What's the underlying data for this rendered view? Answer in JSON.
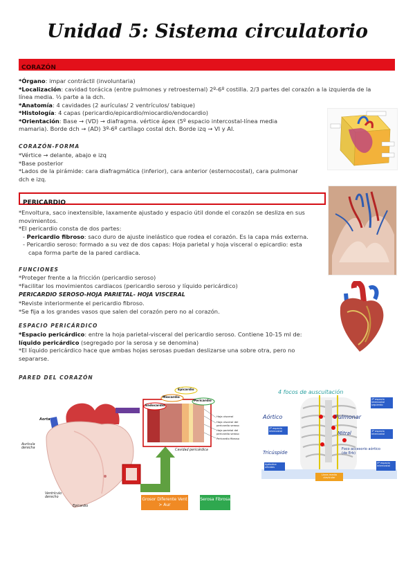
{
  "title": "Unidad 5: Sistema circulatorio",
  "section_corazon": {
    "heading": "CORAZÓN",
    "lines": [
      {
        "label": "*Órgano",
        "text": ": impar contráctil (involuntaria)"
      },
      {
        "label": "*Localización",
        "text": ": cavidad torácica (entre pulmones y retroesternal) 2º-6º costilla. 2/3 partes del corazón a la izquierda de la"
      },
      {
        "label": "",
        "text": "línea media. ⅓ parte a la dch."
      },
      {
        "label": "*Anatomía",
        "text": ": 4 cavidades (2 aurículas/ 2 ventrículos/ tabique)"
      },
      {
        "label": "*Histología",
        "text": ": 4 capas (pericardio/epicardio/miocardio/endocardio)"
      },
      {
        "label": "*Orientación",
        "text": ": Base → (VD) → diafragma. vértice ápex (5º espacio intercostal-línea media"
      },
      {
        "label": "",
        "text": "mamaria). Borde dch → (AD) 3º-6º cartílago costal dch. Borde izq → VI y AI."
      }
    ],
    "forma_heading": "CORAZÓN-FORMA",
    "forma_lines": [
      "*Vértice → delante, abajo e izq",
      "*Base posterior",
      "*Lados de la pirámide: cara diafragmática (inferior), cara anterior (esternocostal), cara pulmonar",
      "dch e izq."
    ]
  },
  "section_pericardio": {
    "heading": "PERICARDIO",
    "lines": [
      "*Envoltura, saco inextensible, laxamente ajustado y espacio útil donde el corazón se desliza en sus",
      "movimientos.",
      "*El pericardio consta de dos partes:"
    ],
    "bullets": [
      {
        "label": "Pericardio fibroso",
        "text": ": saco duro de ajuste inelástico que rodea el corazón. Es la capa más externa."
      },
      {
        "label": "",
        "text": "Pericardio seroso: formado a su vez de dos capas: Hoja parietal y hoja visceral o epicardio: esta"
      },
      {
        "label": "",
        "text": "capa forma parte de la pared cardiaca."
      }
    ],
    "funciones_heading": "FUNCIONES",
    "funciones": [
      "*Proteger frente a la fricción (pericardio seroso)",
      "*Facilitar los movimientos cardiacos (pericardio seroso y líquido pericárdico)"
    ],
    "hoja_heading": "PERICARDIO SEROSO-HOJA PARIETAL- HOJA VISCERAL",
    "hoja_lines": [
      "*Reviste interiormente el pericardio fibroso.",
      "*Se fija a los grandes vasos que salen del corazón pero no al corazón."
    ],
    "espacio_heading": "ESPACIO PERICÁRDICO",
    "espacio_lines": [
      {
        "label": "*Espacio pericárdico",
        "text": ": entre la hoja parietal-visceral del pericardio seroso. Contiene 10-15 ml de:"
      },
      {
        "label": "líquido pericárdico",
        "text": " (segregado por la serosa y se denomina)"
      },
      {
        "label": "",
        "text": "*El líquido pericárdico hace que ambas hojas serosas puedan deslizarse una sobre otra, pero no"
      },
      {
        "label": "",
        "text": "separarse."
      }
    ],
    "pared_heading": "PARED DEL CORAZÓN"
  },
  "figure_wall": {
    "labels": {
      "aorta": "Aorta",
      "auricula": "Aurícula derecha",
      "ventriculo": "Ventrículo derecho",
      "epicardio_b": "Epicardio",
      "epicardio": "Epicardio",
      "miocardio": "Miocardio",
      "pericardio": "Pericardio",
      "endocardio": "Endocardio",
      "cavidad": "Cavidad pericárdica",
      "side1": "Hoja visceral",
      "side2": "Hoja visceral del pericardio seroso",
      "side3": "Hoja parietal del pericardio seroso",
      "side4": "Pericardio fibroso"
    },
    "orange_box": "Grosor Diferente Vent > Aur",
    "green_box": "Serosa Fibrosa"
  },
  "figure_auscultacion": {
    "title": "4 focos de auscultación",
    "aortico": "Aórtico",
    "pulmonar": "Pulmonar",
    "mitral": "Mitral",
    "tricuspide": "Tricúspide",
    "accesorio": "Foco accesorio aórtico (de Erb)",
    "box1": "2º espacio intercostal",
    "box2": "2º espacio intercostal izquierdo",
    "box3": "3º espacio intercostal",
    "box4": "5º espacio intercostal",
    "box5": "Apéndice xifoides",
    "box6": "Línea media clavicular",
    "box7": "5º espacio intercostal"
  },
  "colors": {
    "accent_red": "#e3101a",
    "box_orange": "#f08a24",
    "box_green": "#2fa84f",
    "arrow_green": "#5fa040"
  }
}
